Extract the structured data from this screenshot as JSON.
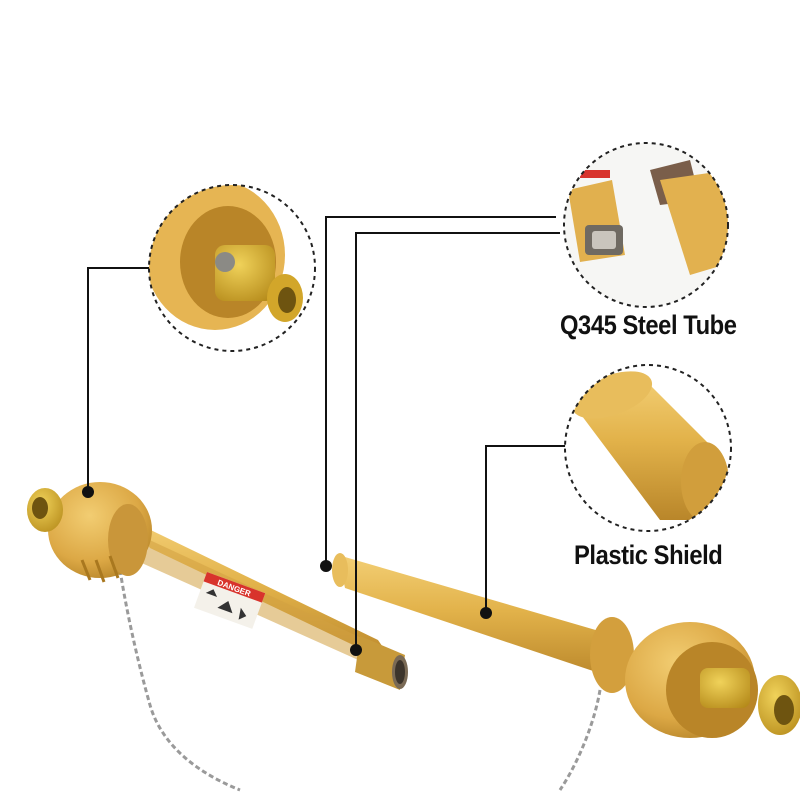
{
  "image": {
    "background_color": "#ffffff",
    "product_color": "#e3b650",
    "product_shade": "#b98a2a",
    "dot_color": "#111111"
  },
  "callouts": {
    "steel_tube": {
      "label": "Q345 Steel Tube"
    },
    "plastic_shield": {
      "label": "Plastic Shield"
    }
  },
  "warning_sticker": {
    "text": "DANGER",
    "color": "#d8332c"
  }
}
